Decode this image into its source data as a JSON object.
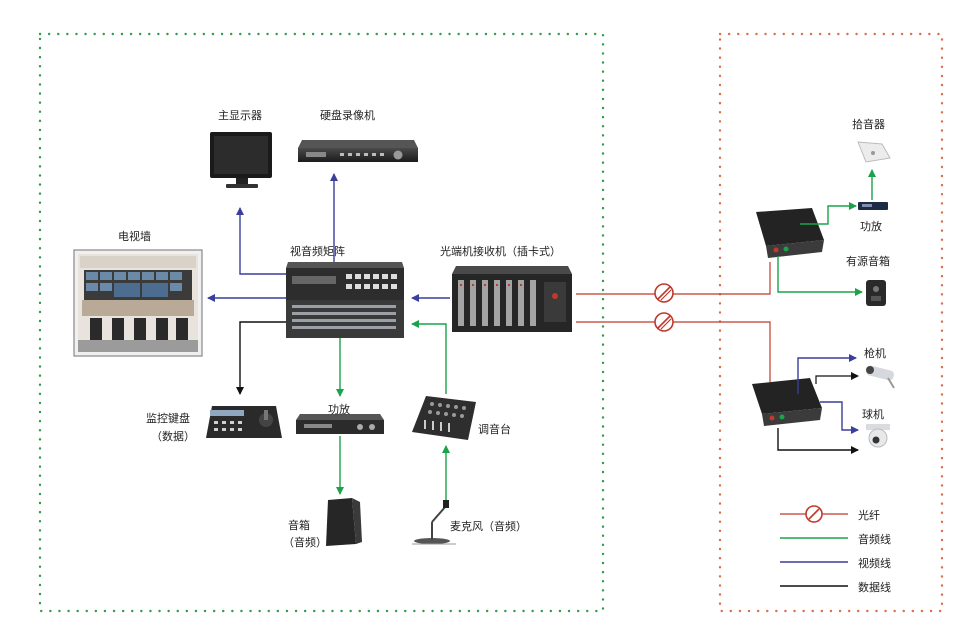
{
  "labels": {
    "main_monitor": "主显示器",
    "dvr": "硬盘录像机",
    "video_wall": "电视墙",
    "av_matrix": "视音频矩阵",
    "fiber_receiver": "光端机接收机（插卡式）",
    "keyboard_line1": "监控键盘",
    "keyboard_line2": "（数据）",
    "amp_left": "功放",
    "mixer": "调音台",
    "speaker_line1": "音箱",
    "speaker_line2": "（音频）",
    "microphone": "麦克风（音频）",
    "pickup": "拾音器",
    "amp_right": "功放",
    "active_speaker": "有源音箱",
    "gun_camera": "枪机",
    "dome_camera": "球机"
  },
  "legend": {
    "items": [
      {
        "label": "光纤",
        "color": "#c0392b"
      },
      {
        "label": "音频线",
        "color": "#1aa34a"
      },
      {
        "label": "视频线",
        "color": "#3a3f9a"
      },
      {
        "label": "数据线",
        "color": "#111111"
      }
    ]
  },
  "colors": {
    "fiber": "#c0392b",
    "audio": "#1aa34a",
    "video": "#3a3f9a",
    "data": "#111111",
    "left_border": "#2e9e48",
    "right_border": "#d9704a"
  }
}
